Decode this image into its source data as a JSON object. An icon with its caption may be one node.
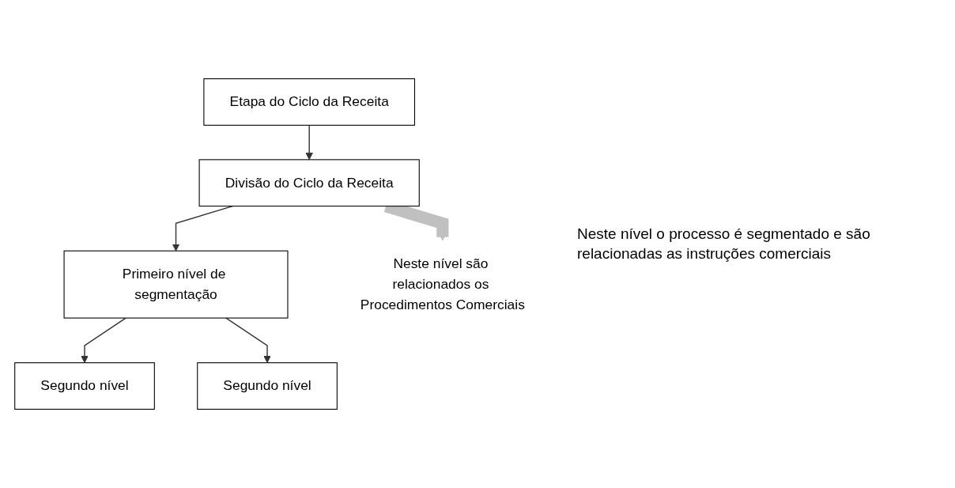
{
  "diagram": {
    "nodes": [
      {
        "text": [
          "Etapa do Ciclo da Receita"
        ]
      },
      {
        "text": [
          "Divisão do Ciclo da Receita"
        ]
      },
      {
        "text": [
          "Primeiro nível de segmentação"
        ]
      },
      {
        "text": [
          "Segundo nível"
        ]
      },
      {
        "text": [
          "Segundo nível"
        ]
      },
      {
        "text": [
          "Neste nível são relacionados os Procedimentos Comerciais"
        ]
      }
    ],
    "edges": [
      {
        "from": 0,
        "to": 1,
        "arrow": "to"
      },
      {
        "from": 1,
        "to": 2,
        "arrow": "to"
      },
      {
        "from": 2,
        "to": 3,
        "arrow": "to"
      },
      {
        "from": 2,
        "to": 4,
        "arrow": "to"
      },
      {
        "from": 1,
        "to": 5,
        "arrow": "to",
        "style": "thick",
        "color": "#c0c0c0"
      }
    ],
    "labels": [
      "Neste nível o processo é segmentado e são relacionadas as instruções comerciais"
    ]
  }
}
